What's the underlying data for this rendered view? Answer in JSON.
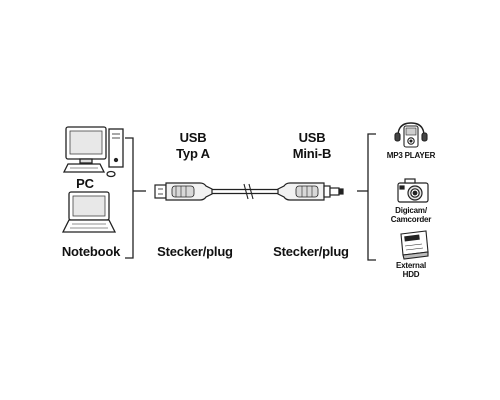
{
  "left_devices": {
    "pc_label": "PC",
    "notebook_label": "Notebook"
  },
  "connector_a": {
    "type_line1": "USB",
    "type_line2": "Typ A",
    "plug_label": "Stecker/plug"
  },
  "connector_b": {
    "type_line1": "USB",
    "type_line2": "Mini-B",
    "plug_label": "Stecker/plug"
  },
  "right_devices": {
    "mp3_label": "MP3 PLAYER",
    "camera_label_line1": "Digicam/",
    "camera_label_line2": "Camcorder",
    "hdd_label_line1": "External",
    "hdd_label_line2": "HDD"
  },
  "icons": [
    "pc-icon",
    "notebook-icon",
    "usb-a-plug-icon",
    "cable-icon",
    "usb-mini-b-plug-icon",
    "mp3-player-icon",
    "camera-icon",
    "external-hdd-icon"
  ]
}
